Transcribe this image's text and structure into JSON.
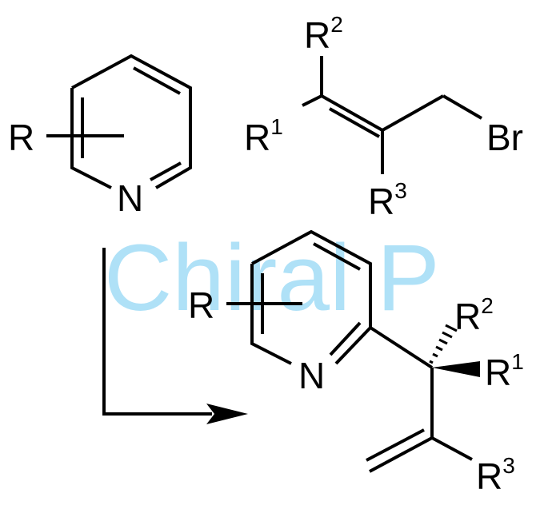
{
  "watermark": "Chiral P",
  "pyridine": {
    "substituent": "R",
    "nitrogen": "N"
  },
  "allyl_bromide": {
    "r1": "R",
    "r1_sup": "1",
    "r2": "R",
    "r2_sup": "2",
    "r3": "R",
    "r3_sup": "3",
    "leaving_group": "Br"
  },
  "product": {
    "substituent": "R",
    "nitrogen": "N",
    "r1": "R",
    "r1_sup": "1",
    "r2": "R",
    "r2_sup": "2",
    "r3": "R",
    "r3_sup": "3"
  },
  "colors": {
    "ink": "#000000",
    "watermark": "#6ec9f2"
  },
  "icons": {
    "reaction_arrow": "arrow-right-icon"
  }
}
